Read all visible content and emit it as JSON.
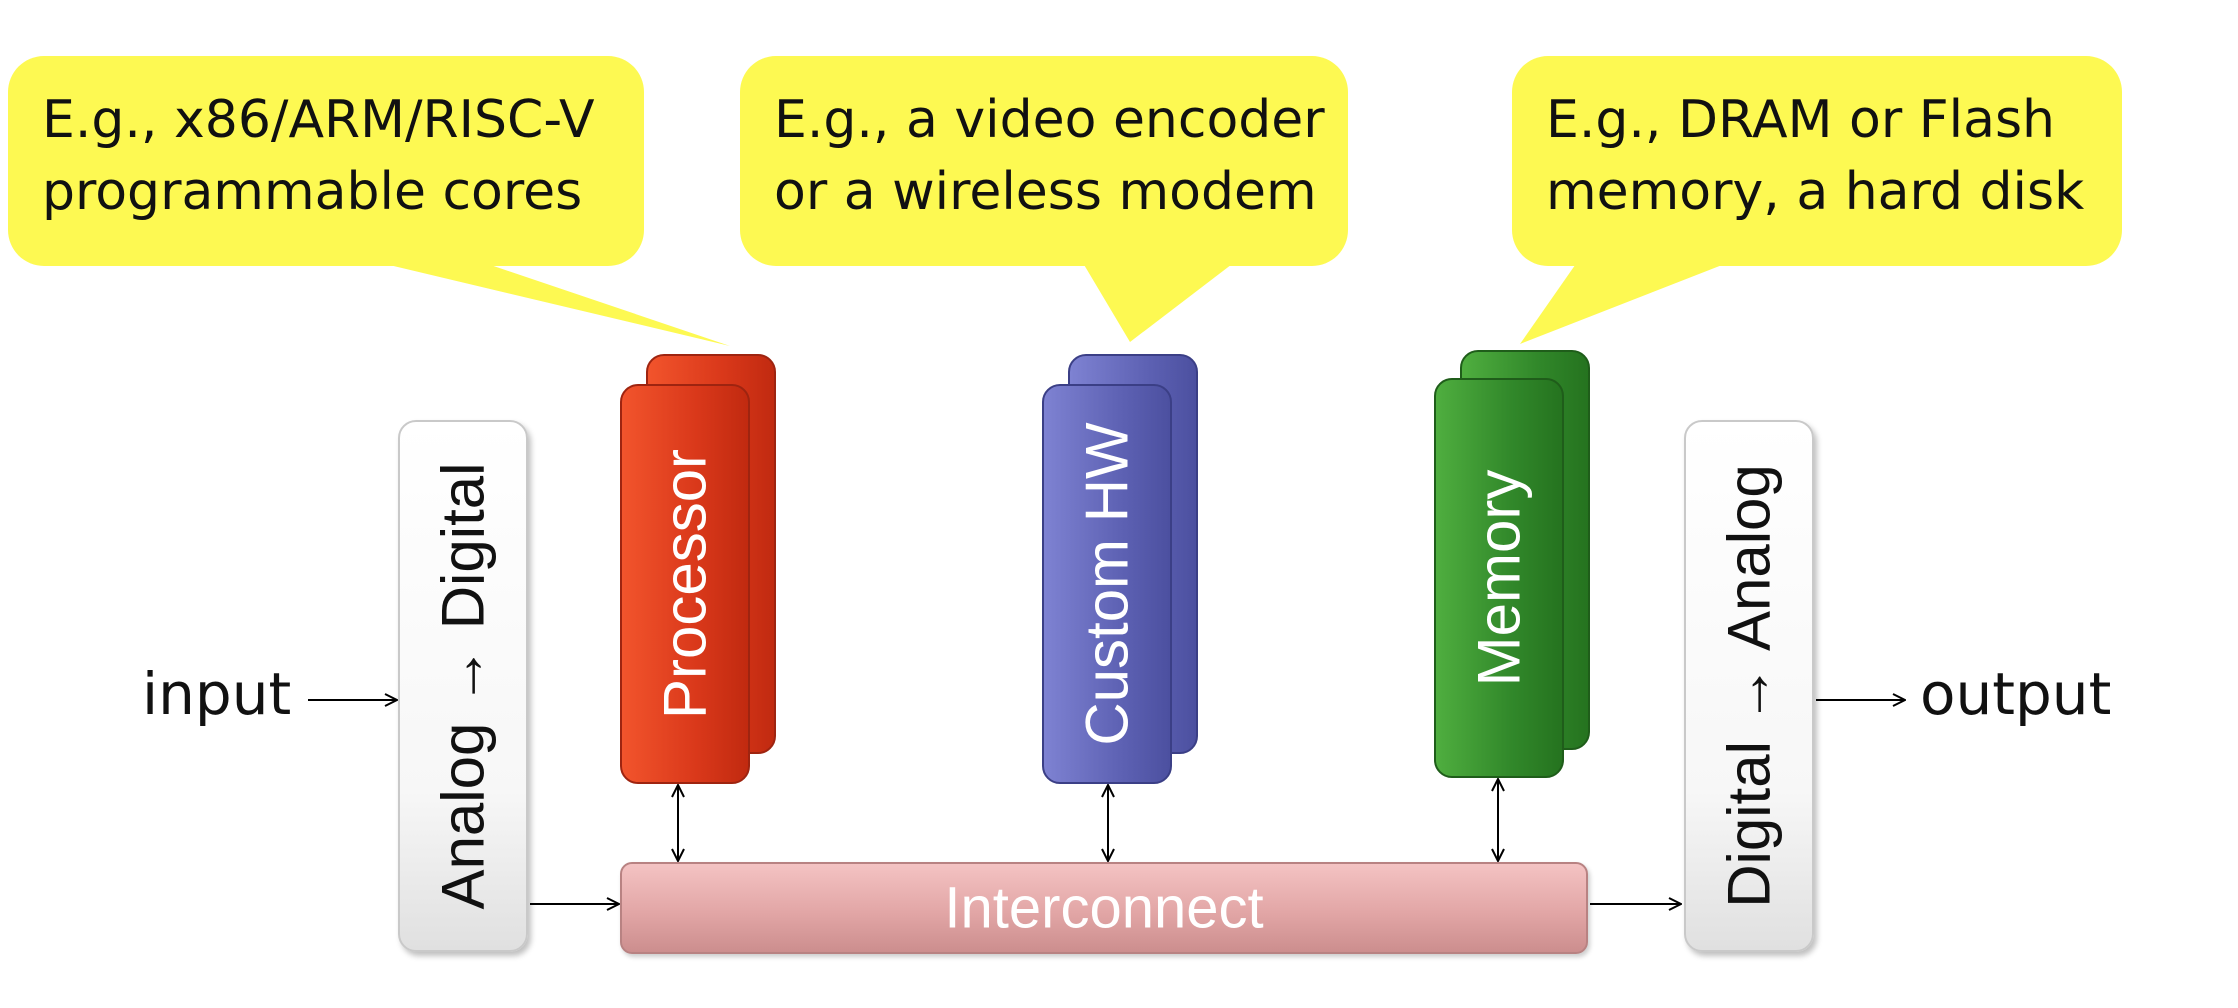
{
  "callouts": {
    "processor": {
      "line1": "E.g., x86/ARM/RISC-V",
      "line2": "programmable cores"
    },
    "custom_hw": {
      "line1": "E.g., a video encoder",
      "line2": "or a wireless modem"
    },
    "memory": {
      "line1": "E.g., DRAM or Flash",
      "line2": "memory, a hard disk"
    }
  },
  "blocks": {
    "adc": "Analog → Digital",
    "processor": "Processor",
    "custom_hw": "Custom HW",
    "memory": "Memory",
    "dac": "Digital → Analog",
    "interconnect": "Interconnect"
  },
  "io": {
    "input": "input",
    "output": "output"
  },
  "colors": {
    "callout": "#fdf952",
    "processor": "#d9381a",
    "custom_hw": "#5e62b4",
    "memory": "#31882a",
    "interconnect": "#e2a6a6",
    "converter": "#f7f7f7"
  }
}
